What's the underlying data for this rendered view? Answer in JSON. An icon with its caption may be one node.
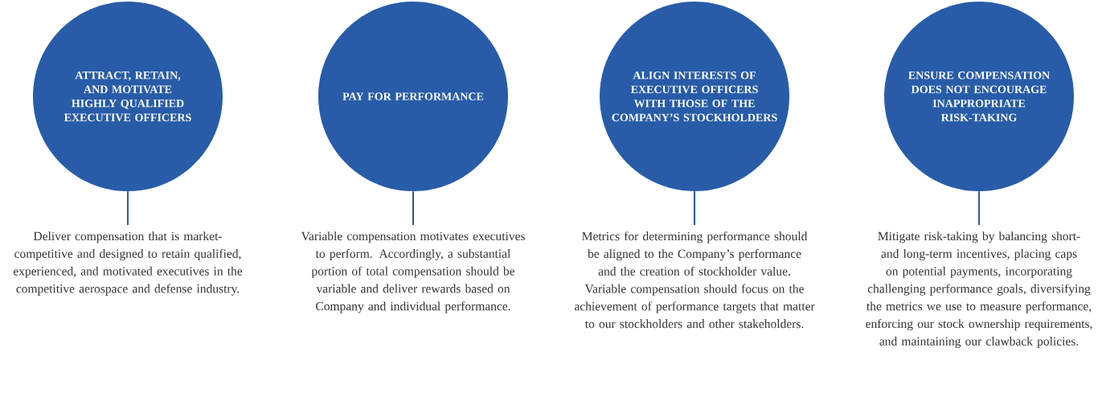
{
  "diagram": {
    "nodes": [
      {
        "text": [
          "ATTRACT, RETAIN, AND MOTIVATE HIGHLY QUALIFIED EXECUTIVE OFFICERS"
        ]
      },
      {
        "text": [
          "PAY FOR PERFORMANCE"
        ]
      },
      {
        "text": [
          "ALIGN INTERESTS OF EXECUTIVE OFFICERS WITH THOSE OF THE COMPANY’S STOCKHOLDERS"
        ]
      },
      {
        "text": [
          "ENSURE COMPENSATION DOES NOT ENCOURAGE INAPPROPRIATE RISK-TAKING"
        ]
      },
      {
        "text": [
          "Deliver compensation that is market-competitive and designed to retain qualified, experienced, and motivated executives in the competitive aerospace and defense industry."
        ]
      },
      {
        "text": [
          "Variable compensation motivates executives to perform. Accordingly, a substantial portion of total compensation should be variable and deliver rewards based on Company and individual performance."
        ]
      },
      {
        "text": [
          "Metrics for determining performance should be aligned to the Company’s performance and the creation of stockholder value. Variable compensation should focus on the achievement of performance targets that matter to our stockholders and other stakeholders."
        ]
      },
      {
        "text": [
          "Mitigate risk-taking by balancing short- and long-term incentives, placing caps on potential payments, incorporating challenging performance goals, diversifying the metrics we use to measure performance, enforcing our stock ownership requirements, and maintaining our clawback policies."
        ]
      }
    ],
    "edges": [
      {
        "from": 0,
        "to": 4,
        "arrow": "none"
      },
      {
        "from": 1,
        "to": 5,
        "arrow": "none"
      },
      {
        "from": 2,
        "to": 6,
        "arrow": "none"
      },
      {
        "from": 3,
        "to": 7,
        "arrow": "none"
      }
    ]
  }
}
